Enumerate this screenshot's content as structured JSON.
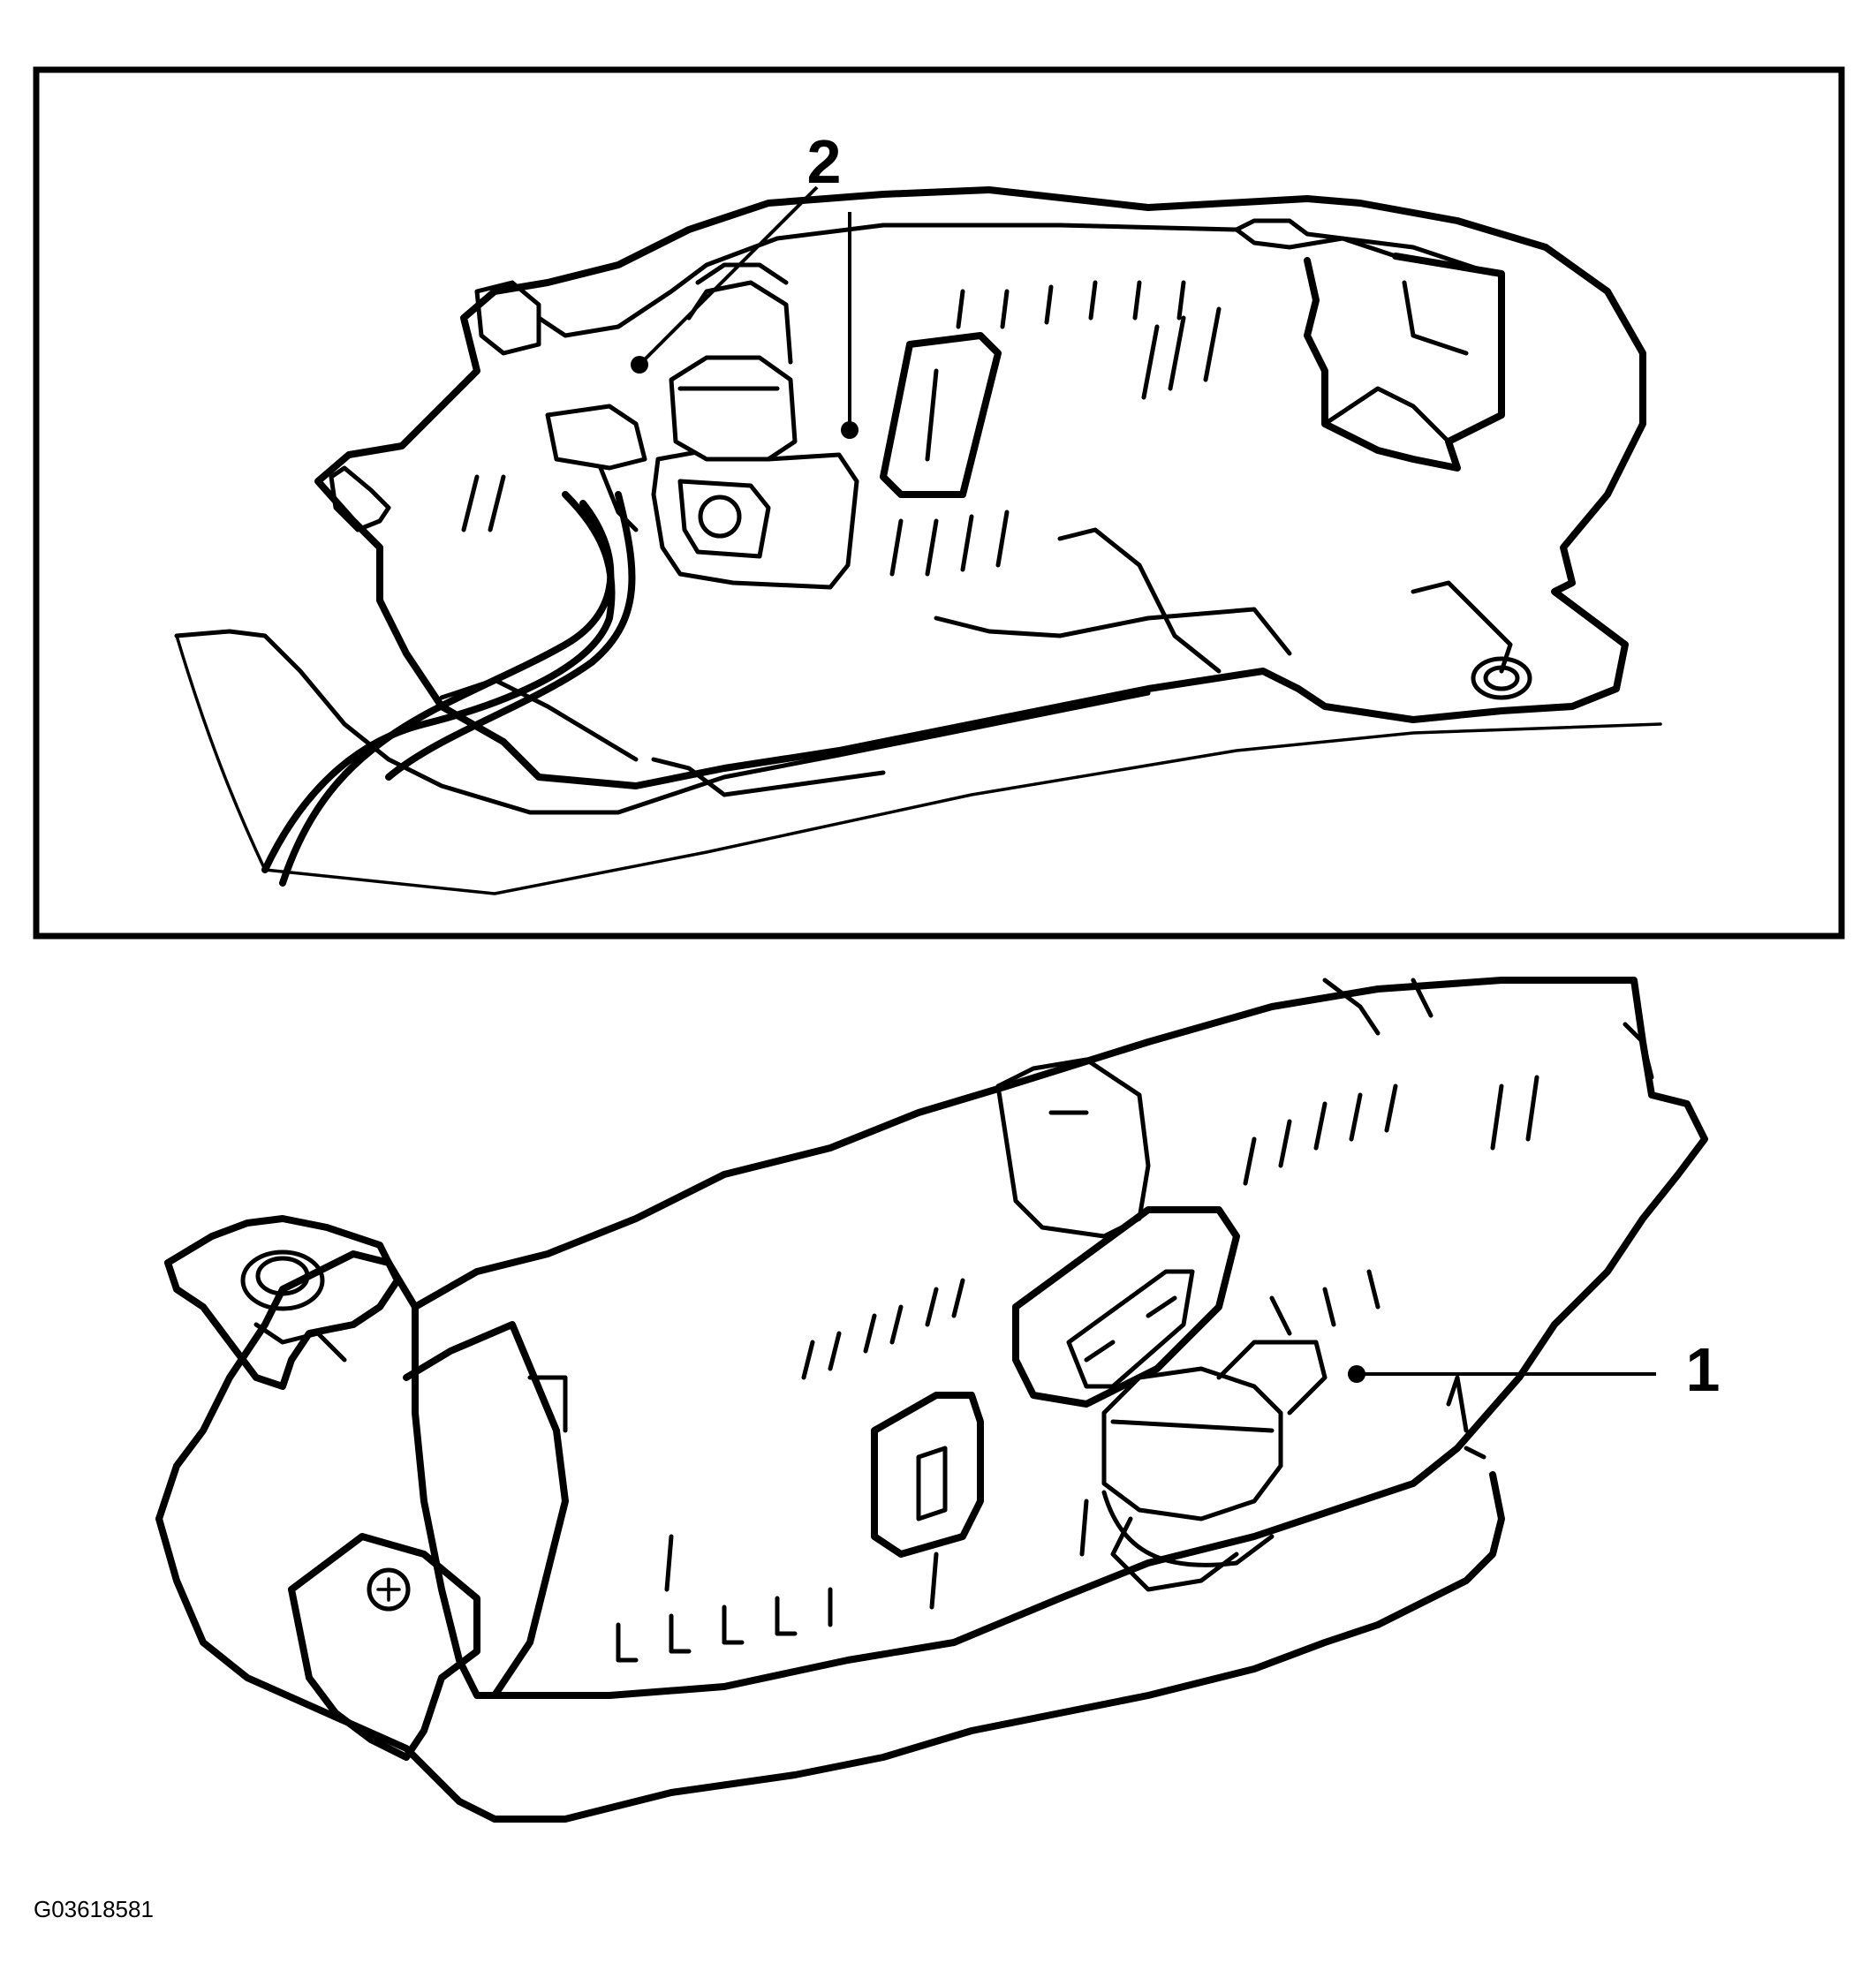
{
  "callouts": [
    {
      "id": "callout-2",
      "label": "2"
    },
    {
      "id": "callout-1",
      "label": "1"
    }
  ],
  "figure_id": "G03618581"
}
